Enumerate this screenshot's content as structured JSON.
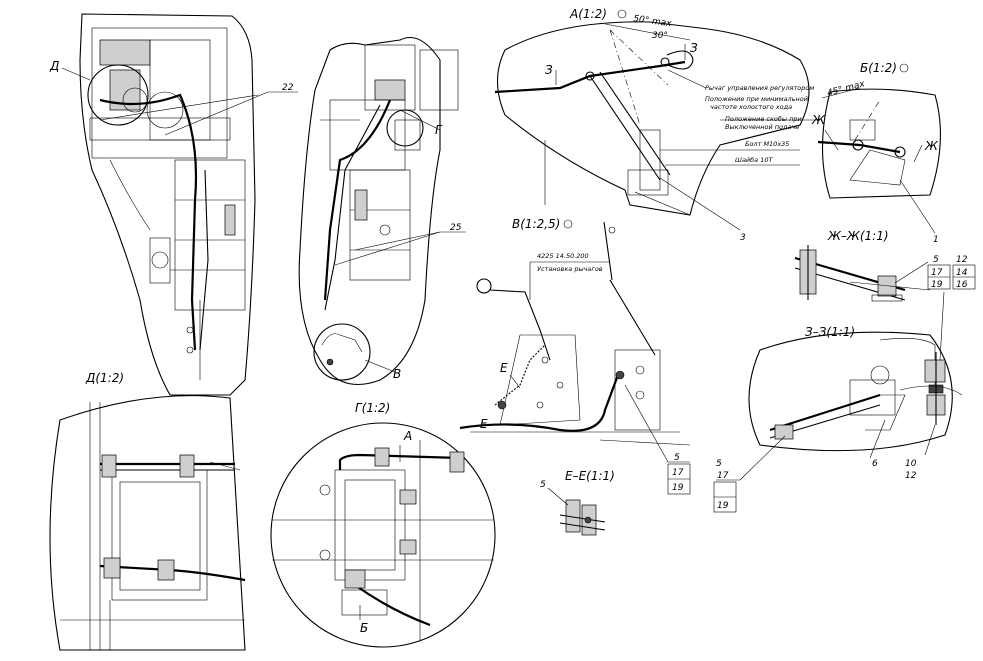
{
  "views": {
    "A": "А(1:2)",
    "B_view": "Б(1:2)",
    "V": "В(1:2,5)",
    "D": "Д(1:2)",
    "G": "Г(1:2)",
    "ZhZh": "Ж–Ж(1:1)",
    "ZZ": "З–З(1:1)",
    "EE": "Е–Е(1:1)"
  },
  "markers": {
    "D": "Д",
    "G": "Г",
    "V": "В",
    "A": "А",
    "B": "Б",
    "Zh": "Ж",
    "Z": "З",
    "E": "Е"
  },
  "dims": {
    "max50": "50° max",
    "deg30": "30°",
    "max45": "45° max"
  },
  "notes": {
    "lever_title": "Рычаг управления регулятором",
    "min_pos_1": "Положение при минимальной",
    "min_pos_2": "частоте холостого хода",
    "off_pos_1": "Положение скобы при",
    "off_pos_2": "Выключенной подаче",
    "bolt": "Болт М10х35",
    "washer": "Шайба 10Т",
    "assembly_code": "4225 14.50.200",
    "assembly_name": "Установка рычагов"
  },
  "positions": {
    "p22": "22",
    "p25": "25",
    "p3": "3",
    "p1": "1",
    "p5": "5",
    "p17": "17",
    "p19": "19",
    "p12": "12",
    "p14": "14",
    "p16": "16",
    "p6": "6",
    "p10": "10"
  }
}
